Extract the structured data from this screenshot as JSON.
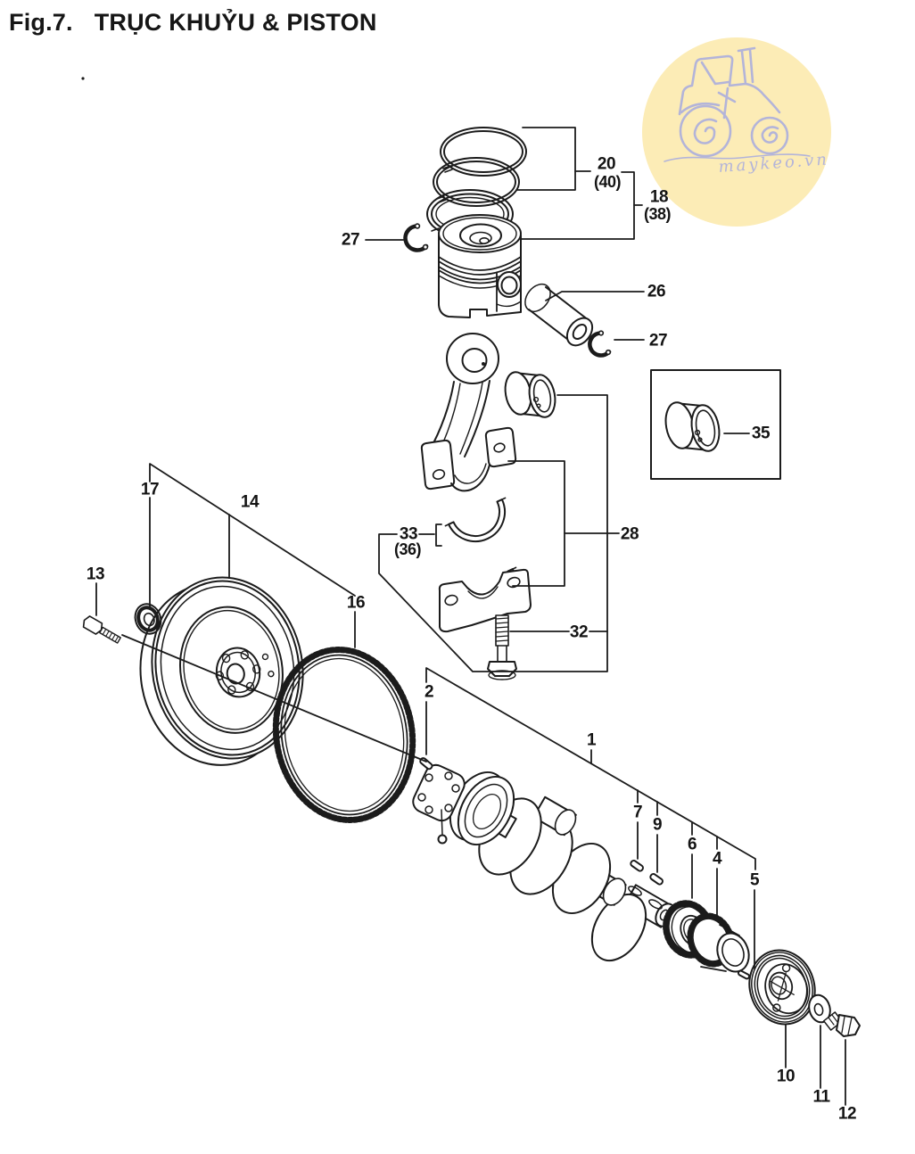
{
  "figure": {
    "number": "Fig.7.",
    "title": "TRỤC KHUỶU & PISTON"
  },
  "watermark": {
    "text": "maykeo.vn",
    "bg_color": "#fcecb6",
    "fg_color": "#b3b4d9"
  },
  "colors": {
    "line": "#1b1b1b",
    "paper": "#ffffff"
  },
  "callouts": {
    "c20": "20",
    "c40": "(40)",
    "c18": "18",
    "c38": "(38)",
    "c27a": "27",
    "c26": "26",
    "c27b": "27",
    "c35": "35",
    "c33": "33",
    "c36": "(36)",
    "c28": "28",
    "c32": "32",
    "c17": "17",
    "c14": "14",
    "c13": "13",
    "c16": "16",
    "c2": "2",
    "c1": "1",
    "c7": "7",
    "c9": "9",
    "c6": "6",
    "c4": "4",
    "c5": "5",
    "c10": "10",
    "c11": "11",
    "c12": "12"
  }
}
